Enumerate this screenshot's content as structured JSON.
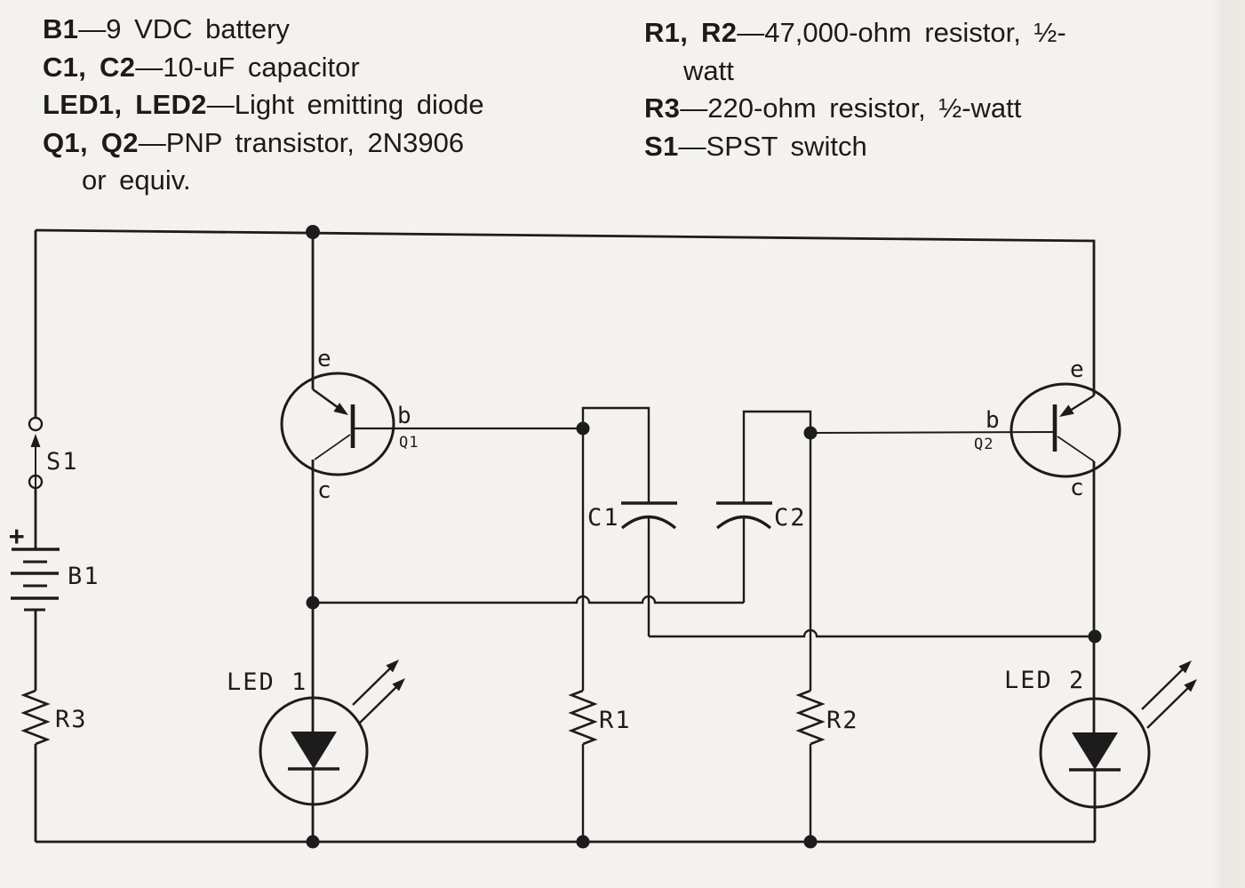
{
  "colors": {
    "ink": "#1c1c1c",
    "paper": "#f4f2ee",
    "paper_edge": "#eae7e2"
  },
  "parts_list": {
    "left": [
      {
        "ref": "B1",
        "desc": "—9 VDC battery"
      },
      {
        "ref": "C1, C2",
        "desc": "—10-uF capacitor"
      },
      {
        "ref": "LED1, LED2",
        "desc": "—Light emitting diode"
      },
      {
        "ref": "Q1, Q2",
        "desc": "—PNP transistor, 2N3906"
      },
      {
        "ref": "",
        "desc": "or equiv."
      }
    ],
    "right": [
      {
        "ref": "R1, R2",
        "desc": "—47,000-ohm resistor, ½-"
      },
      {
        "ref": "",
        "desc": "watt"
      },
      {
        "ref": "R3",
        "desc": "—220-ohm resistor, ½-watt"
      },
      {
        "ref": "S1",
        "desc": "—SPST switch"
      }
    ]
  },
  "schematic": {
    "labels": {
      "s1": "S1",
      "b1": "B1",
      "r3": "R3",
      "r1": "R1",
      "r2": "R2",
      "c1": "C1",
      "c2": "C2",
      "q1": "Q1",
      "q2": "Q2",
      "led1": "LED 1",
      "led2": "LED 2",
      "emitter": "e",
      "base": "b",
      "collector": "c",
      "battery_plus": "+"
    },
    "components": [
      {
        "designator": "S1",
        "type": "SPST switch"
      },
      {
        "designator": "B1",
        "type": "battery"
      },
      {
        "designator": "R3",
        "type": "resistor"
      },
      {
        "designator": "Q1",
        "type": "PNP transistor",
        "terminals": [
          "e",
          "b",
          "c"
        ]
      },
      {
        "designator": "Q2",
        "type": "PNP transistor",
        "terminals": [
          "e",
          "b",
          "c"
        ]
      },
      {
        "designator": "C1",
        "type": "capacitor"
      },
      {
        "designator": "C2",
        "type": "capacitor"
      },
      {
        "designator": "R1",
        "type": "resistor"
      },
      {
        "designator": "R2",
        "type": "resistor"
      },
      {
        "designator": "LED 1",
        "type": "light emitting diode"
      },
      {
        "designator": "LED 2",
        "type": "light emitting diode"
      }
    ]
  }
}
